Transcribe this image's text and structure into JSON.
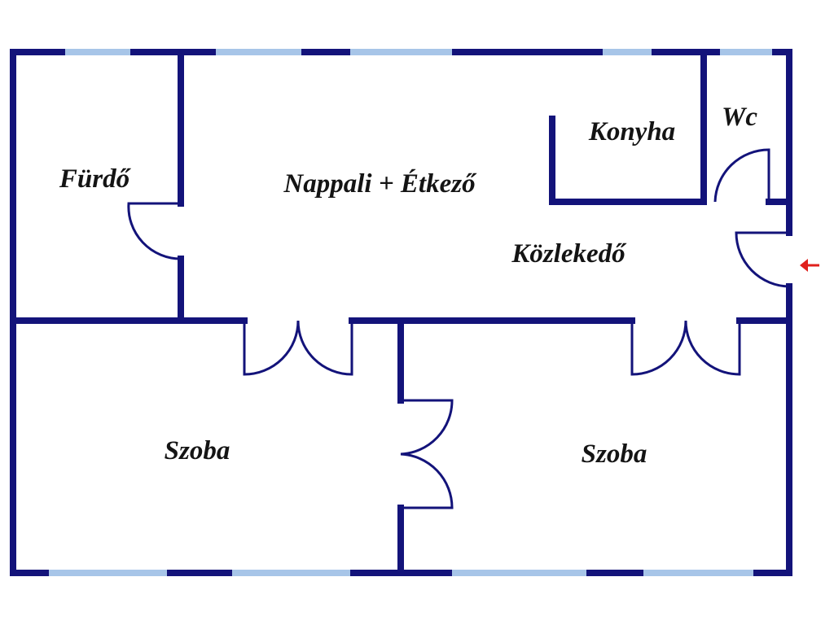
{
  "colors": {
    "wall": "#13137a",
    "window": "#a7c5e8",
    "background": "#ffffff",
    "entrance_arrow": "#e0201c",
    "label": "#141414"
  },
  "rooms": {
    "furdo": "Fürdő",
    "nappali": "Nappali + Étkező",
    "konyha": "Konyha",
    "wc": "Wc",
    "kozlekedo": "Közlekedő",
    "szoba_left": "Szoba",
    "szoba_right": "Szoba"
  },
  "icons": {
    "entrance": "arrow-left-icon"
  }
}
